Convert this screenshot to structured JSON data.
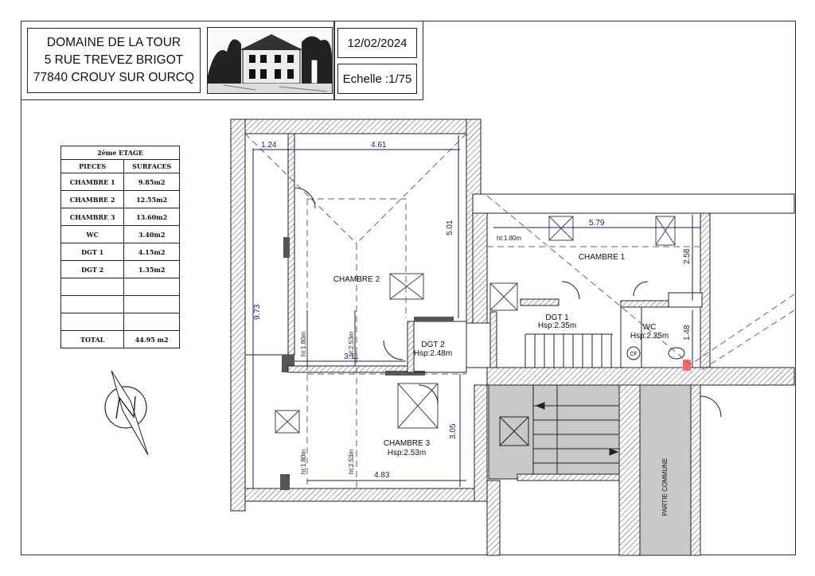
{
  "header": {
    "address_lines": [
      "DOMAINE DE LA TOUR",
      "5 RUE TREVEZ BRIGOT",
      "77840 CROUY SUR OURCQ"
    ],
    "date": "12/02/2024",
    "scale": "Echelle :1/75"
  },
  "surface_table": {
    "title": "2ème ETAGE",
    "col_pieces": "PIECES",
    "col_surfaces": "SURFACES",
    "rows": [
      {
        "piece": "CHAMBRE 1",
        "surface": "9.85m2"
      },
      {
        "piece": "CHAMBRE 2",
        "surface": "12.55m2"
      },
      {
        "piece": "CHAMBRE 3",
        "surface": "13.60m2"
      },
      {
        "piece": "WC",
        "surface": "3.40m2"
      },
      {
        "piece": "DGT 1",
        "surface": "4.15m2"
      },
      {
        "piece": "DGT 2",
        "surface": "1.35m2"
      },
      {
        "piece": "",
        "surface": ""
      },
      {
        "piece": "",
        "surface": ""
      },
      {
        "piece": "",
        "surface": ""
      }
    ],
    "total_label": "TOTAL",
    "total_value": "44.95  m2"
  },
  "rooms": {
    "chambre2": {
      "name": "CHAMBRE 2"
    },
    "chambre1": {
      "name": "CHAMBRE 1"
    },
    "chambre3": {
      "name": "CHAMBRE 3",
      "hsp": "Hsp:2.53m"
    },
    "dgt1": {
      "name": "DGT 1",
      "hsp": "Hsp:2.35m"
    },
    "dgt2": {
      "name": "DGT 2",
      "hsp": "Hsp:2.48m"
    },
    "wc": {
      "name": "WC",
      "hsp": "Hsp:2.25m"
    },
    "partie_commune": "PARTIE COMMUNE",
    "cf": "CF"
  },
  "dimensions": {
    "d124": "1.24",
    "d461": "4.61",
    "d501": "5.01",
    "d973": "9.73",
    "d311": "3.11",
    "d305": "3.05",
    "d483": "4.83",
    "d579": "5.79",
    "d258": "2.58",
    "d148": "1.48",
    "ht180_a": "ht:1.80m",
    "ht180_b": "ht:1.80m",
    "ht180_c": "ht:1.80m",
    "ht253_a": "ht:2.53m",
    "ht253_b": "ht:2.53m"
  },
  "colors": {
    "wall": "#ffffff",
    "hatch": "#555555",
    "common_area": "#c8c8c8",
    "dimension": "#1a1a6e"
  }
}
